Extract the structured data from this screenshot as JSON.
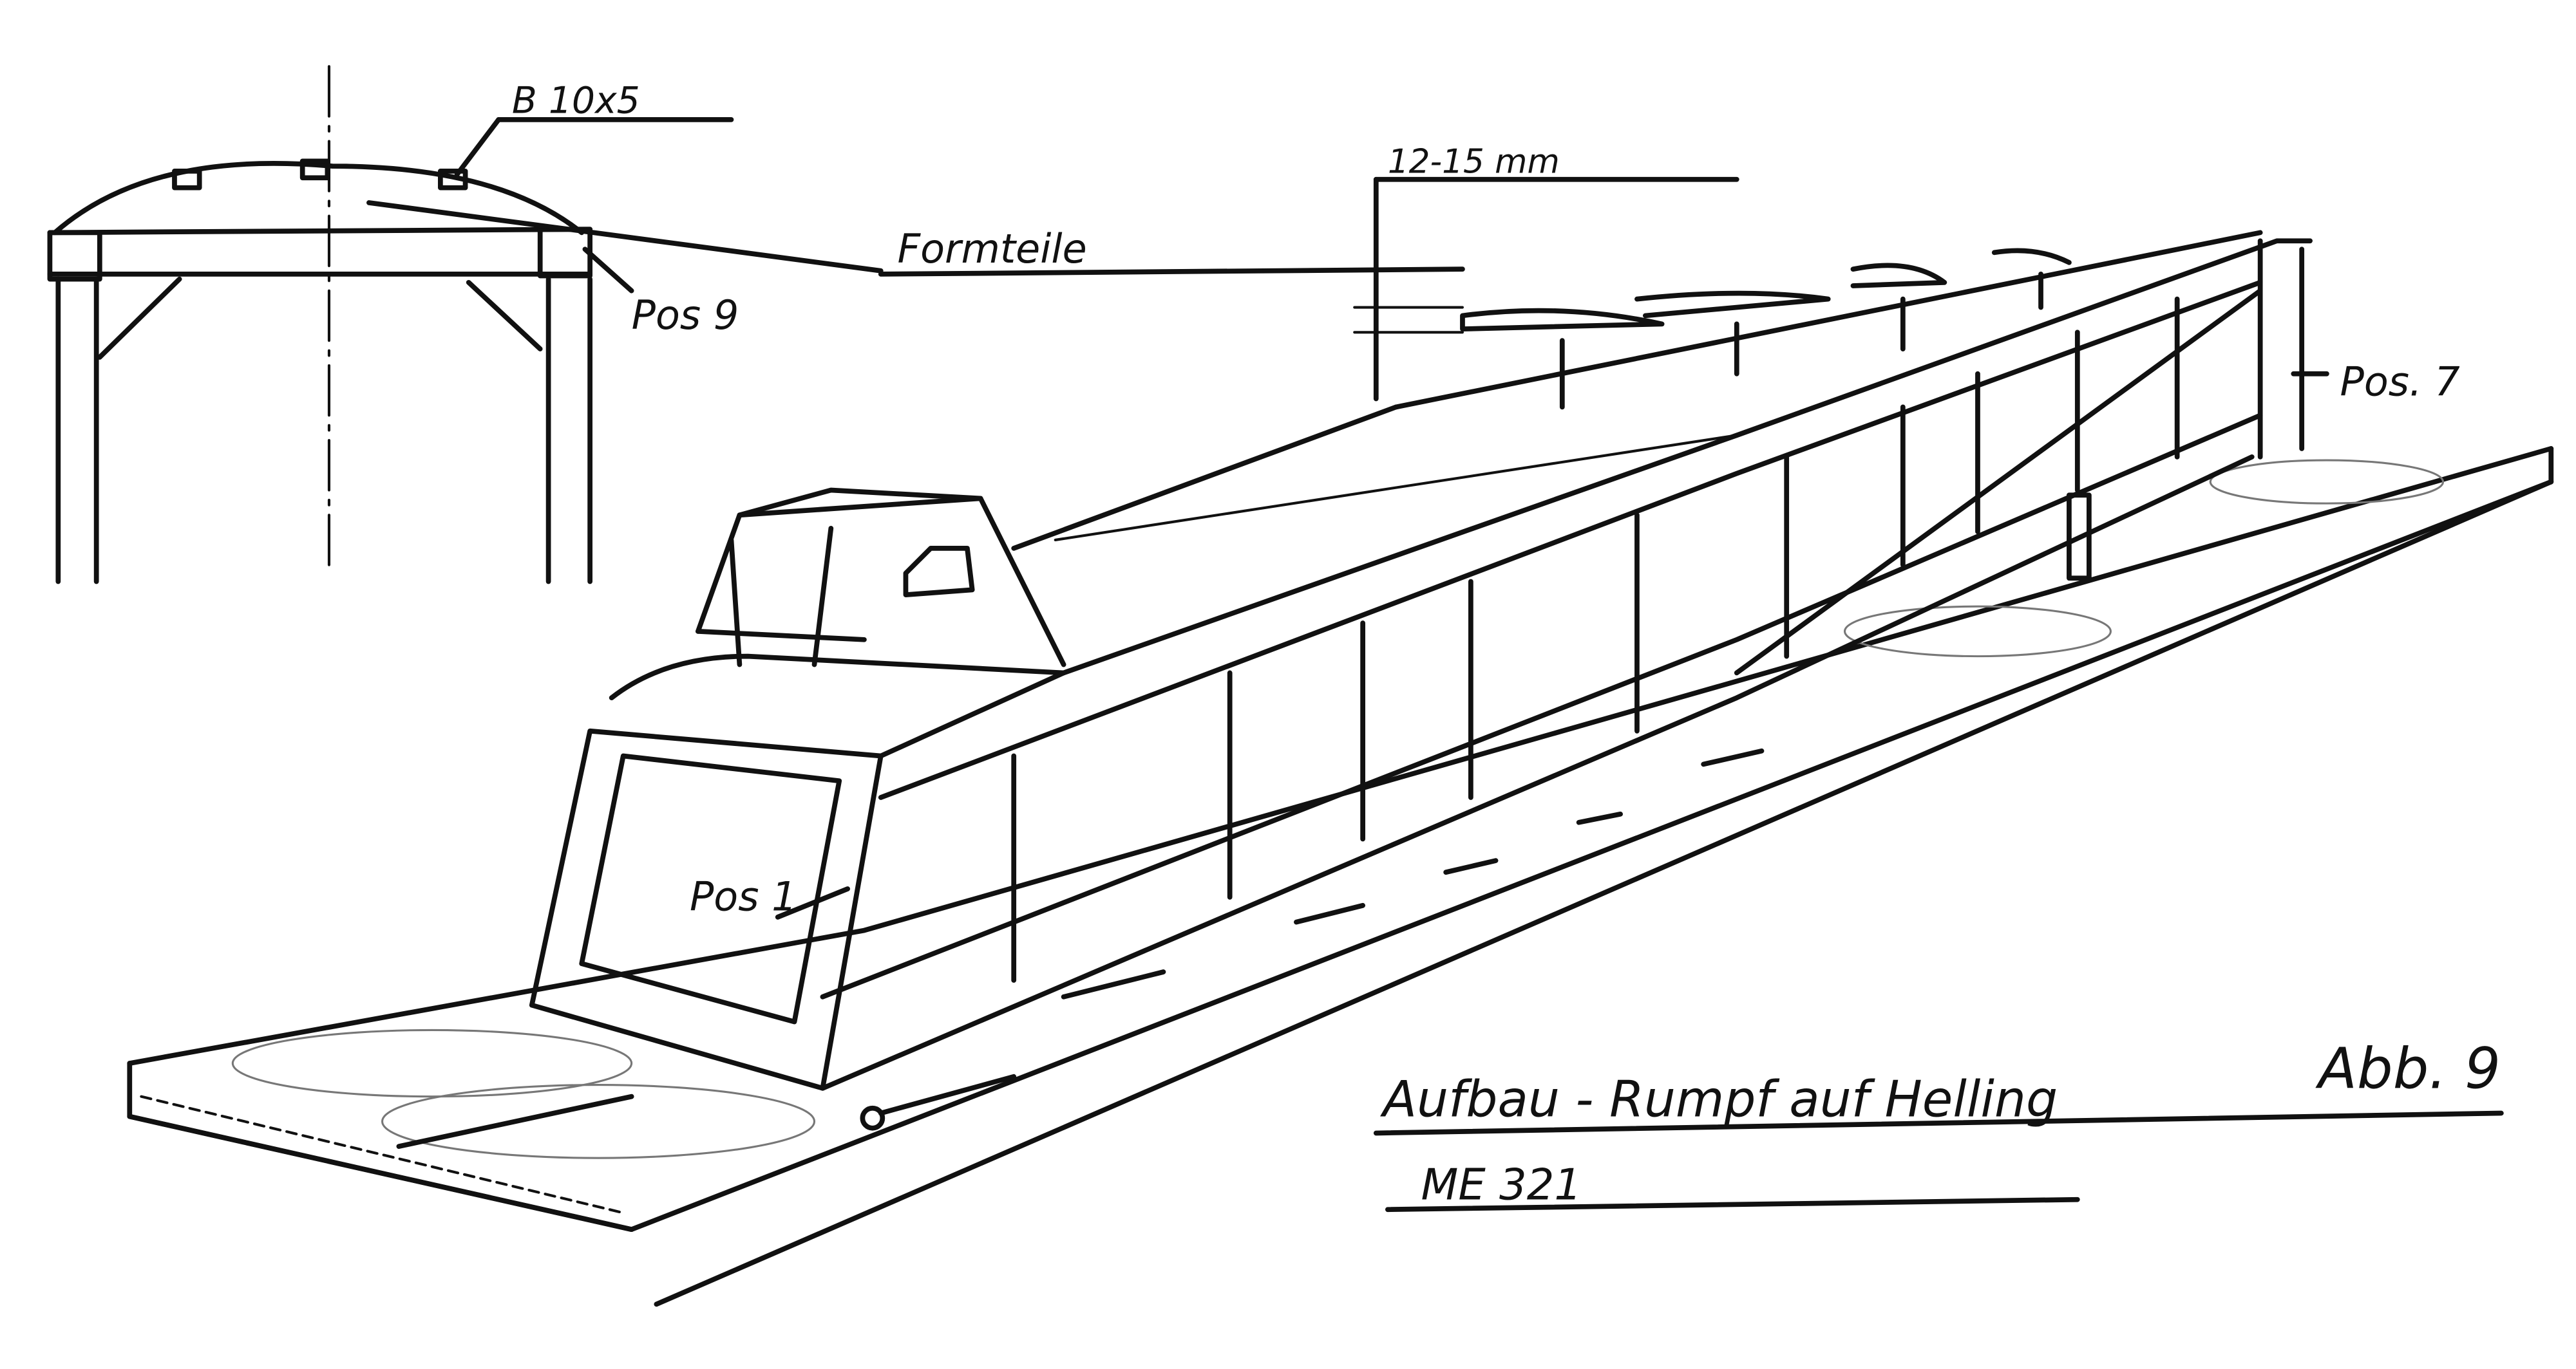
{
  "title": "Aufbau - Rumpf auf Helling",
  "figure": "Abb. 9",
  "model": "ME 321",
  "labels": {
    "strip": "B 10x5",
    "formteile": "Formteile",
    "pos9": "Pos 9",
    "dimension": "12-15 mm",
    "pos7": "Pos. 7",
    "pos1": "Pos 1"
  }
}
